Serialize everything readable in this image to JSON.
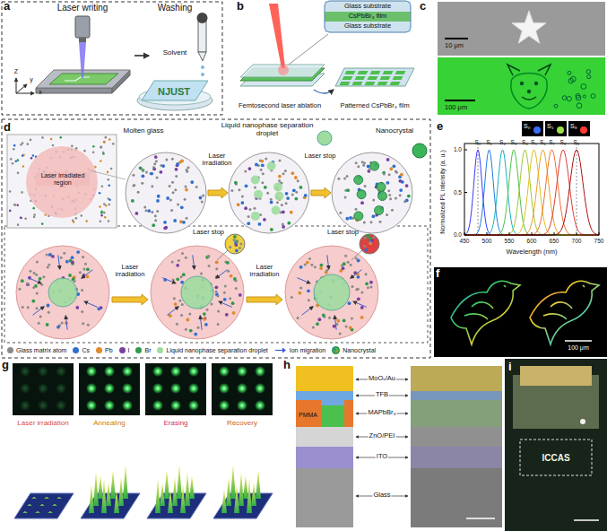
{
  "diagram": {
    "labels": [
      "a",
      "Laser writing",
      "Washing",
      "Solvent",
      "NJUST",
      "Z",
      "y",
      "x",
      "b",
      "Glass substrate",
      "CsPbBr₃ film",
      "Glass substrate",
      "Femtosecond laser ablation",
      "Patterned CsPbBr₃ film",
      "c",
      "10 μm",
      "100 μm",
      "d",
      "Laser irradiated region",
      "Molten glass",
      "Liquid nanophase separation droplet",
      "Nanocrystal",
      "Laser irradiation",
      "Laser stop",
      "Laser irradiation",
      "Laser stop",
      "Laser irradiation",
      "Laser stop",
      "e",
      "S₀",
      "S₅",
      "S₉",
      "S₀",
      "S₁",
      "S₂",
      "S₃",
      "S₄",
      "S₅",
      "S₆",
      "S₇",
      "S₈",
      "S₉",
      "Normalized PL intensity (a. u.)",
      "Wavelength (nm)",
      "450",
      "500",
      "550",
      "600",
      "650",
      "700",
      "750",
      "0.0",
      "0.5",
      "1.0",
      "f",
      "100 μm",
      "g",
      "Laser irradiation",
      "Annealing",
      "Erasing",
      "Recovery",
      "h",
      "MoOₓ/Au",
      "TFB",
      "PMMA",
      "MAPbBr₃",
      "ZnO/PEI",
      "ITO",
      "Glass",
      "i",
      "ICCAS"
    ],
    "legend": [
      {
        "text": "Glass matrix atom",
        "color": "#8a8a8a"
      },
      {
        "text": "Cs",
        "color": "#2f6fd0"
      },
      {
        "text": "Pb",
        "color": "#e08a2a"
      },
      {
        "text": "I",
        "color": "#7a3fa0"
      },
      {
        "text": "Br",
        "color": "#2e9a4a"
      },
      {
        "text": "Liquid nanophase separation droplet",
        "color": "#9fdca0"
      },
      {
        "text": "Ion migration"
      },
      {
        "text": "Nanocrystal"
      }
    ]
  }
}
